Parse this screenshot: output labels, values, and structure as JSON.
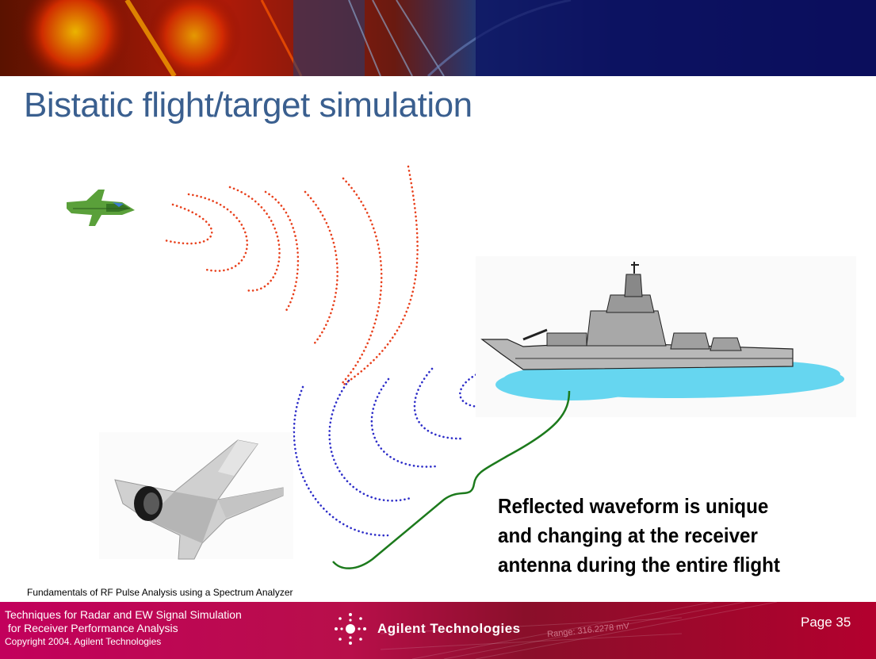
{
  "slide": {
    "title": "Bistatic flight/target simulation",
    "caption_lines": [
      "Reflected waveform is unique",
      "and changing at the receiver",
      "antenna during the entire flight"
    ],
    "course_title": "Fundamentals of RF Pulse Analysis using a Spectrum Analyzer"
  },
  "footer": {
    "line1": "Techniques for Radar and EW Signal Simulation",
    "line2": " for Receiver Performance Analysis",
    "copyright": "Copyright  2004. Agilent Technologies",
    "company": "Agilent Technologies",
    "background_text": "Range: 316.2278 mV",
    "page": "Page 35"
  },
  "colors": {
    "title": "#3a5f8f",
    "outgoing_wave": "#e8401c",
    "reflected_wave": "#2c2cc8",
    "bracket": "#1c7a1c",
    "water": "#66d6f0",
    "footer": "#b80f4a"
  },
  "icons": [
    "radar-banner",
    "fighter-jet-icon",
    "warship-icon",
    "interceptor-jet-icon",
    "agilent-spark-icon"
  ]
}
